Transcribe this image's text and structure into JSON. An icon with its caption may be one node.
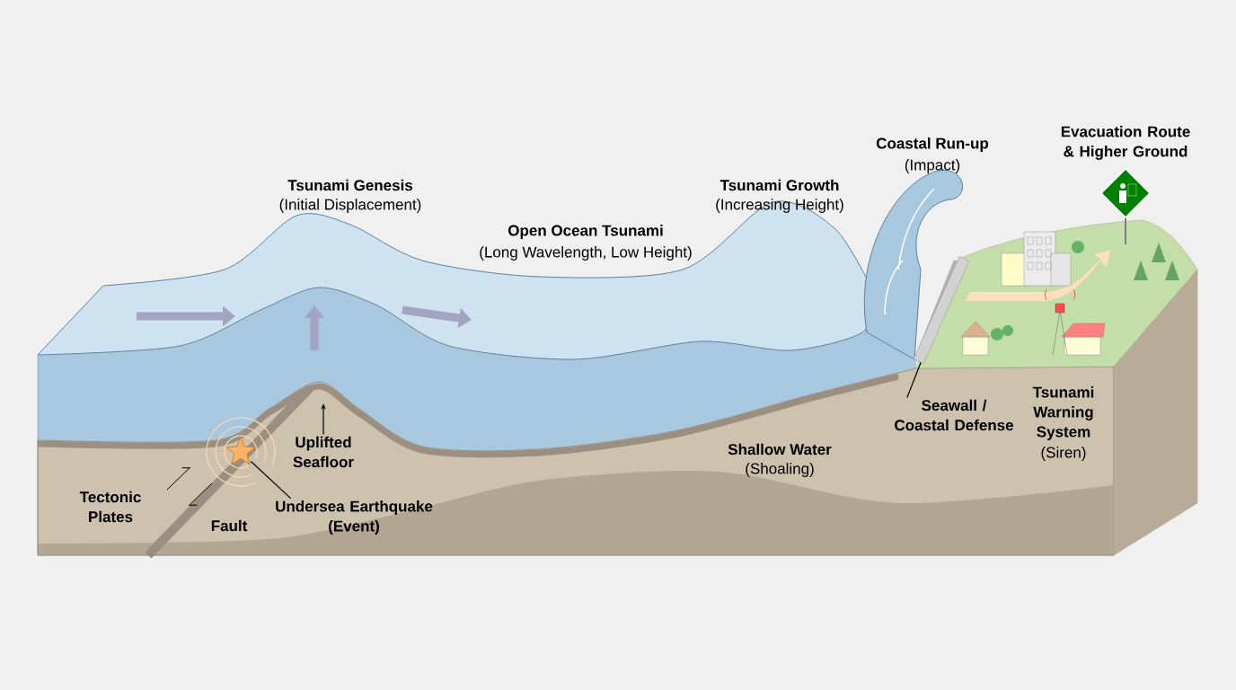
{
  "diagram": {
    "nodes": [
      {
        "text": [
          "Undersea Earthquake",
          "(Event)"
        ]
      },
      {
        "text": [],
        "shape": "star"
      },
      {
        "text": [
          "Uplifted Seafloor"
        ]
      },
      {
        "text": [
          "Seawall / Coastal Defense"
        ]
      },
      {
        "text": [],
        "shape": "picture"
      }
    ],
    "edges": [
      {
        "from": 0,
        "to": 1,
        "arrow": "none"
      },
      {
        "from": 2,
        "to": null,
        "arrow": "to"
      },
      {
        "from": 3,
        "to": 4,
        "arrow": "none"
      }
    ],
    "labels": [
      "Tsunami Genesis",
      "(Initial Displacement)",
      "Open Ocean Tsunami",
      "(Long Wavelength, Low Height)",
      "Tsunami Growth",
      "(Increasing Height)",
      "Coastal Run-up",
      "(Impact)",
      "Evacuation Route & Higher Ground",
      "Tectonic Plates",
      "Fault",
      "Shallow Water",
      "(Shoaling)",
      "Tsunami Warning System",
      "(Siren)"
    ]
  }
}
